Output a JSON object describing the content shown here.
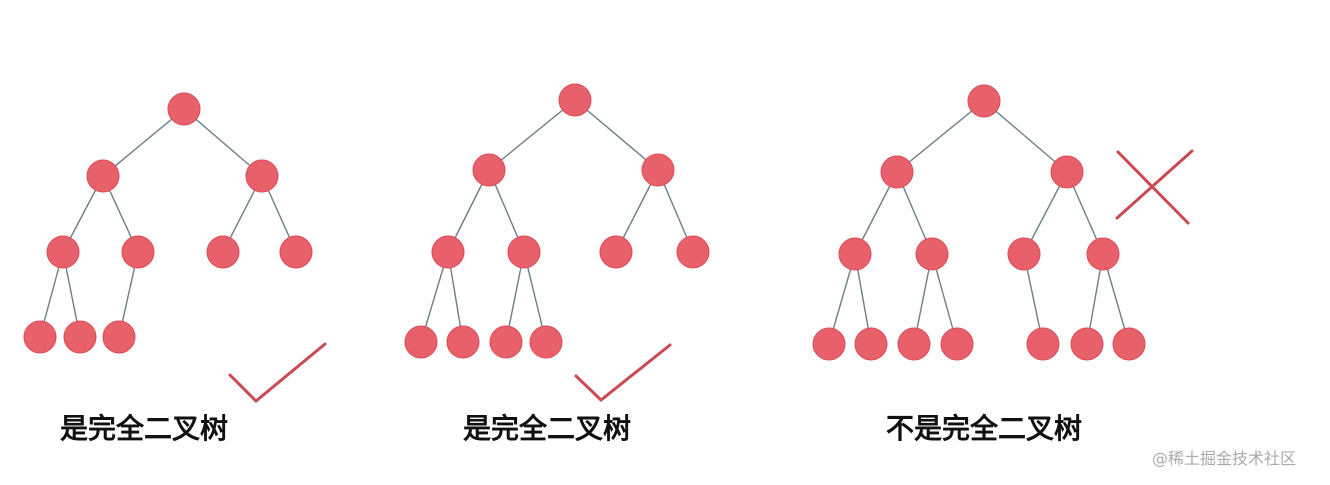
{
  "trees": [
    {
      "caption": "是完全二叉树",
      "verdict": "check"
    },
    {
      "caption": "是完全二叉树",
      "verdict": "check"
    },
    {
      "caption": "不是完全二叉树",
      "verdict": "cross"
    }
  ],
  "watermark": "@稀土掘金技术社区",
  "colors": {
    "node": "#e8606a",
    "edge": "#6e7d87",
    "mark": "#c94a50"
  }
}
